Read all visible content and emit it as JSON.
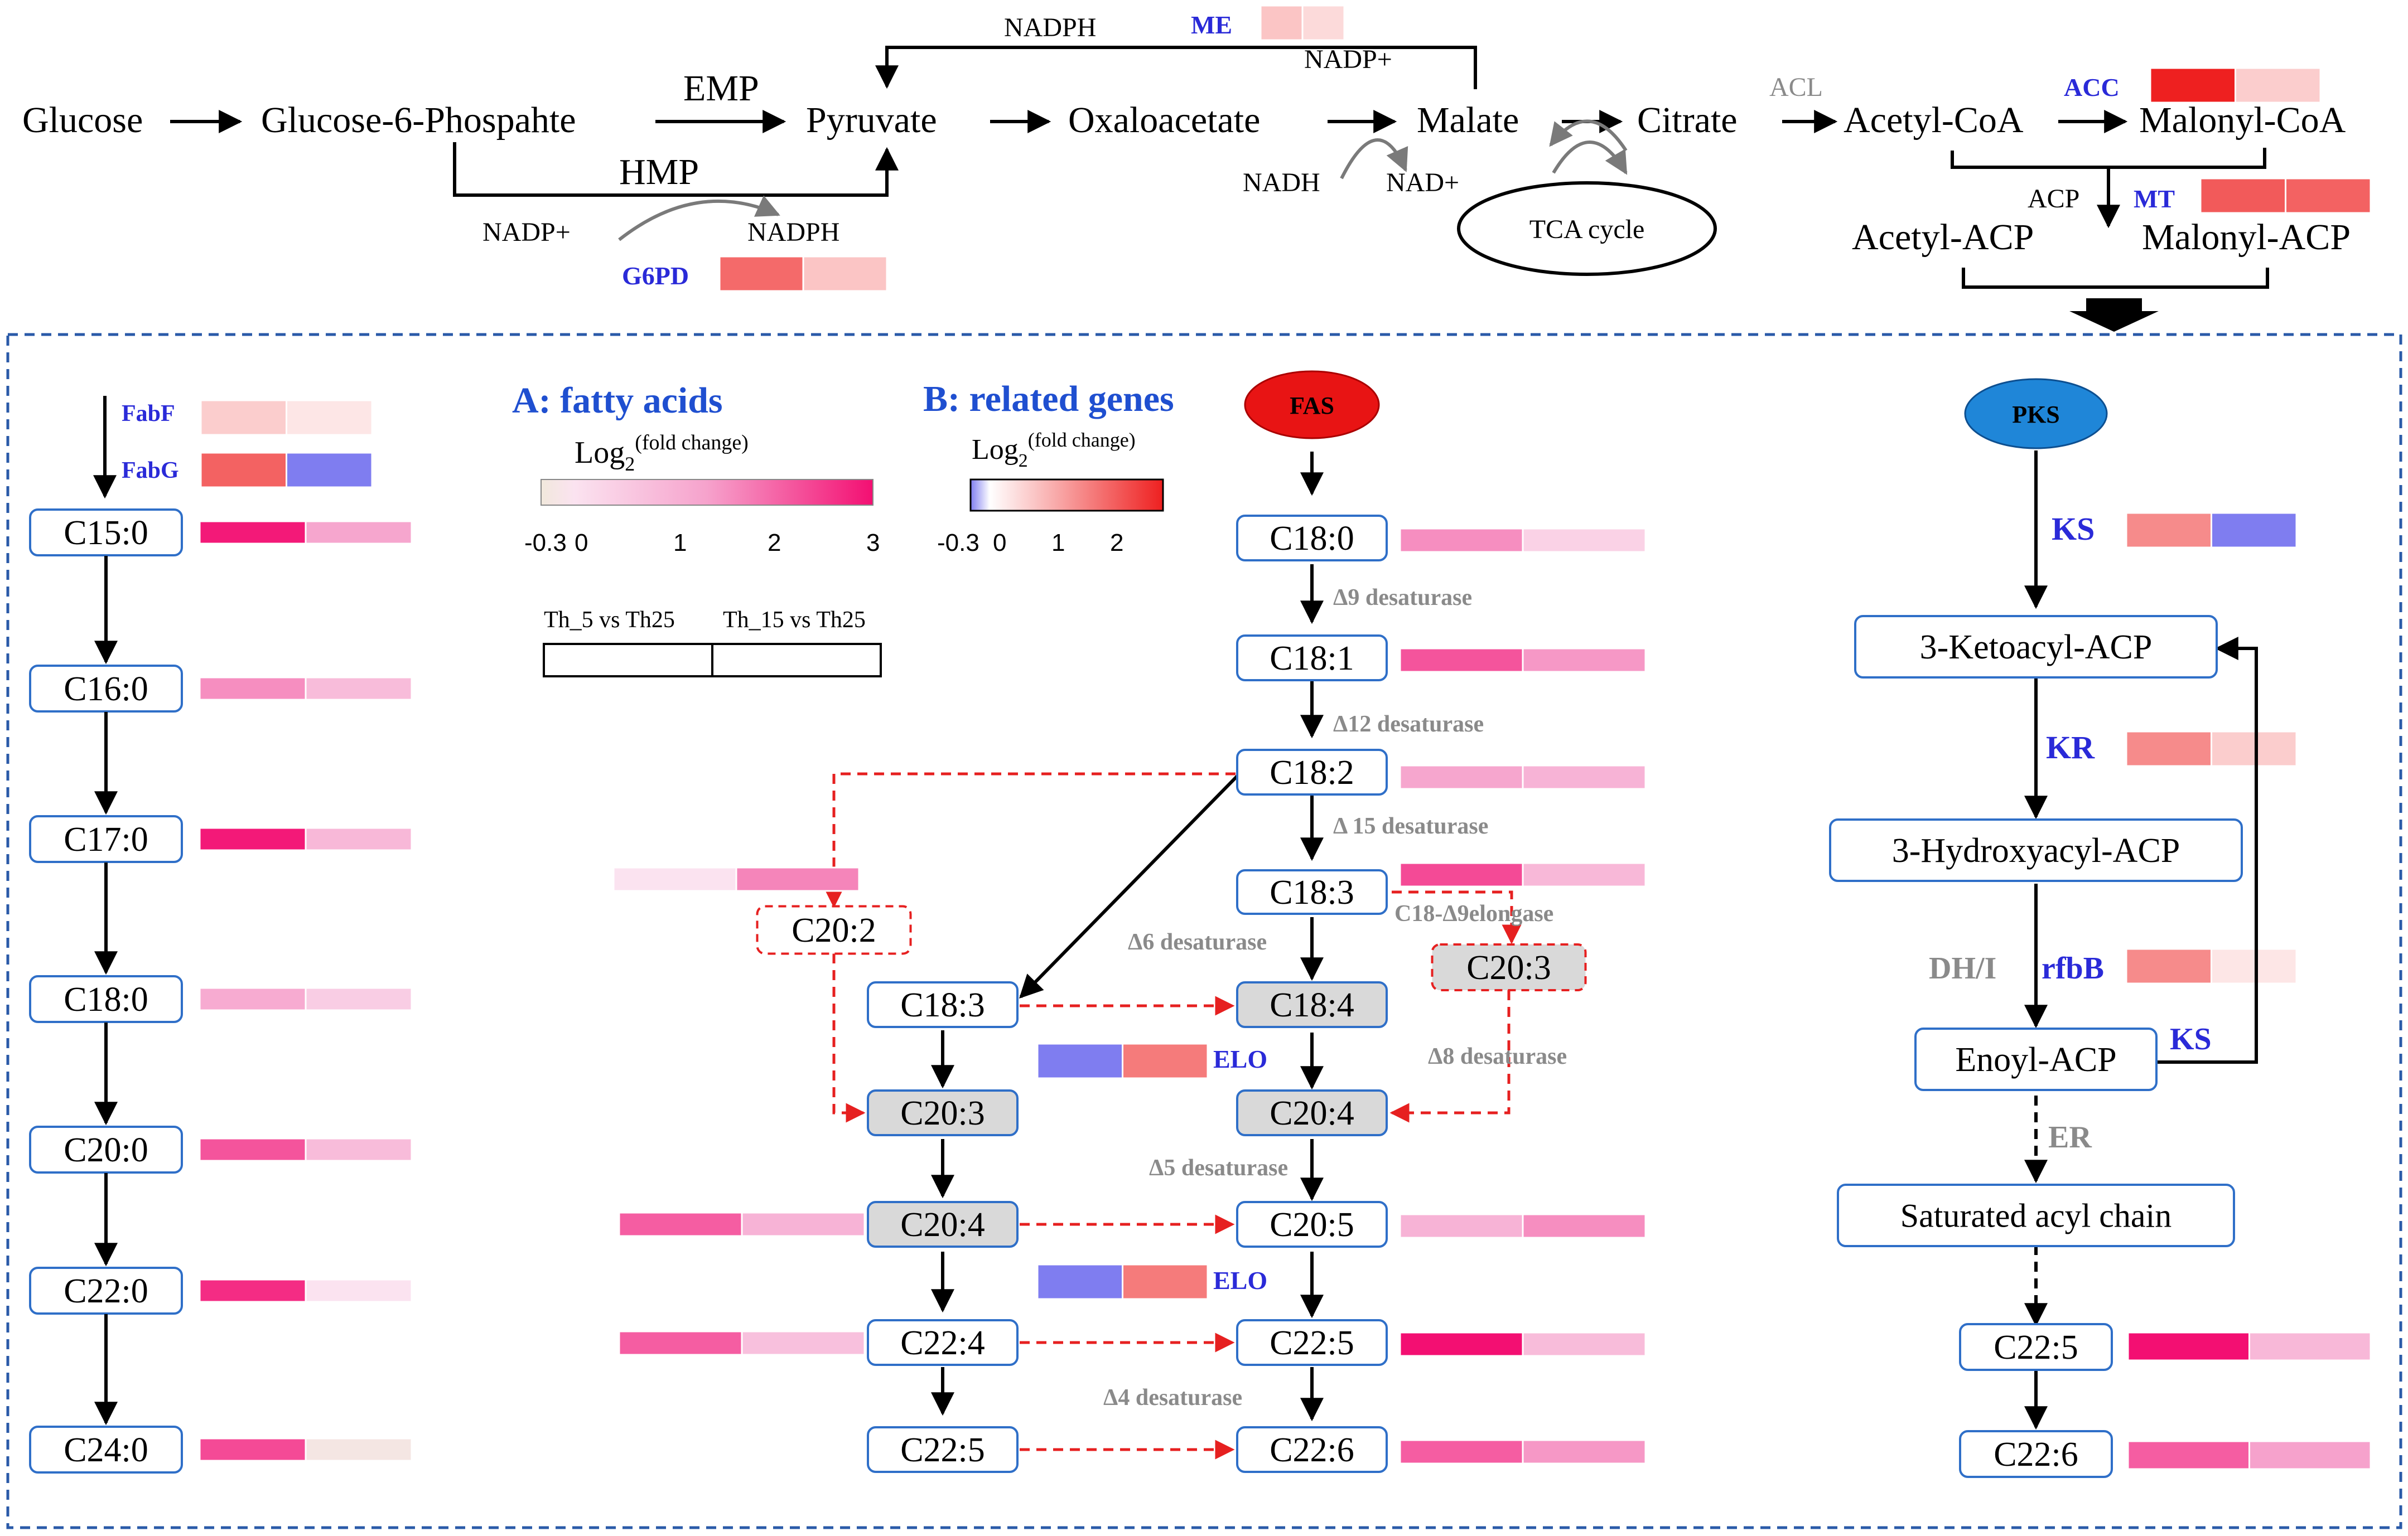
{
  "colors": {
    "fa_low": "#f1e8dc",
    "fa_mid": "#f6a2cc",
    "fa_high": "#f30f72",
    "gene_low": "#7f7df0",
    "gene_zero": "#ffffff",
    "gene_high": "#ee2020",
    "box_border": "#2f6fc8",
    "enzyme_text": "#2a2ad8",
    "step_text": "#8a8a8a",
    "red_dash": "#e62020",
    "dashed_frame": "#2a5aa8",
    "fas_fill": "#e81414",
    "pks_fill": "#1f86d8"
  },
  "top": {
    "nodes": {
      "glucose": "Glucose",
      "g6p": "Glucose-6-Phospahte",
      "pyruvate": "Pyruvate",
      "oxaloacetate": "Oxaloacetate",
      "malate": "Malate",
      "citrate": "Citrate",
      "acetyl_coa": "Acetyl-CoA",
      "malonyl_coa": "Malonyl-CoA",
      "acetyl_acp": "Acetyl-ACP",
      "malonyl_acp": "Malonyl-ACP"
    },
    "labels": {
      "emp": "EMP",
      "hmp": "HMP",
      "nadph_top": "NADPH",
      "nadp_top": "NADP+",
      "nadp_hmp": "NADP+",
      "nadph_hmp": "NADPH",
      "nadh": "NADH",
      "nad": "NAD+",
      "tca": "TCA cycle",
      "acp": "ACP",
      "acl": "ACL"
    },
    "enzymes": {
      "me": "ME",
      "g6pd": "G6PD",
      "acc": "ACC",
      "mt": "MT"
    },
    "heat": {
      "me": [
        0.7,
        0.45
      ],
      "g6pd": [
        1.8,
        0.7
      ],
      "acc": [
        2.7,
        0.6
      ],
      "mt": [
        2.0,
        1.9
      ]
    }
  },
  "legend": {
    "title_a": "A: fatty acids",
    "title_b": "B: related genes",
    "log_label_a": "Log",
    "log_sub_a": "2",
    "log_sup_a": "(fold change)",
    "log_label_b": "Log",
    "log_sub_b": "2",
    "log_sup_b": "(fold change)",
    "ticks_a": [
      "-0.3",
      "0",
      "1",
      "2",
      "3"
    ],
    "ticks_b": [
      "-0.3",
      "0",
      "1",
      "2"
    ],
    "comparison_1": "Th_5 vs Th25",
    "comparison_2": "Th_15 vs Th25"
  },
  "saturated": {
    "enzymes": {
      "fabf": "FabF",
      "fabg": "FabG"
    },
    "enzyme_heat": {
      "fabf": [
        0.6,
        0.3
      ],
      "fabg": [
        1.9,
        -0.3
      ]
    },
    "nodes": [
      {
        "label": "C15:0",
        "heat": [
          2.9,
          1.4
        ]
      },
      {
        "label": "C16:0",
        "heat": [
          1.7,
          0.9
        ]
      },
      {
        "label": "C17:0",
        "heat": [
          2.9,
          1.0
        ]
      },
      {
        "label": "C18:0",
        "heat": [
          1.3,
          0.5
        ]
      },
      {
        "label": "C20:0",
        "heat": [
          2.3,
          0.9
        ]
      },
      {
        "label": "C22:0",
        "heat": [
          2.7,
          0.0
        ]
      },
      {
        "label": "C24:0",
        "heat": [
          2.4,
          -0.2
        ]
      }
    ]
  },
  "fas": {
    "label": "FAS",
    "nodes": {
      "c18_0": "C18:0",
      "c18_1": "C18:1",
      "c18_2": "C18:2",
      "c18_3_main": "C18:3",
      "c18_3_gla": "C18:3",
      "c18_4": "C18:4",
      "c20_2": "C20:2",
      "c20_3_left": "C20:3",
      "c20_3_right": "C20:3",
      "c20_4_left": "C20:4",
      "c20_4_mid": "C20:4",
      "c20_5": "C20:5",
      "c22_4": "C22:4",
      "c22_5_mid": "C22:5",
      "c22_5_left": "C22:5",
      "c22_6": "C22:6"
    },
    "steps": {
      "d9": "Δ9 desaturase",
      "d12": "Δ12 desaturase",
      "d15": "Δ 15 desaturase",
      "d6": "Δ6 desaturase",
      "c18elong": "C18-Δ9elongase",
      "d8": "Δ8 desaturase",
      "d5": "Δ5 desaturase",
      "d4": "Δ4 desaturase"
    },
    "elo1": "ELO",
    "elo2": "ELO",
    "heat": {
      "c18_0": [
        1.7,
        0.4
      ],
      "c18_1": [
        2.3,
        1.6
      ],
      "c18_2": [
        1.4,
        1.1
      ],
      "c18_3_main": [
        2.4,
        1.0
      ],
      "c20_2": [
        0.0,
        1.8
      ],
      "c20_4_left": [
        2.2,
        1.1
      ],
      "c20_5": [
        1.1,
        1.7
      ],
      "c22_4": [
        2.2,
        0.8
      ],
      "c22_5_mid": [
        3.0,
        0.9
      ],
      "c22_6": [
        2.2,
        1.6
      ]
    },
    "elo_heat": {
      "elo1": [
        -0.3,
        1.6
      ],
      "elo2": [
        -0.3,
        1.6
      ]
    }
  },
  "pks": {
    "label": "PKS",
    "nodes": {
      "ketoacyl": "3-Ketoacyl-ACP",
      "hydroxyacyl": "3-Hydroxyacyl-ACP",
      "enoyl": "Enoyl-ACP",
      "saturated": "Saturated acyl chain",
      "c22_5": "C22:5",
      "c22_6": "C22:6"
    },
    "enzymes": {
      "ks1": "KS",
      "kr": "KR",
      "dhi": "DH/I",
      "rfbb": "rfbB",
      "ks2": "KS",
      "er": "ER"
    },
    "heat": {
      "ks1": [
        1.4,
        -0.3
      ],
      "kr": [
        1.4,
        0.6
      ],
      "rfbb": [
        1.4,
        0.3
      ],
      "c22_5": [
        3.0,
        1.0
      ],
      "c22_6": [
        2.2,
        1.5
      ]
    }
  }
}
